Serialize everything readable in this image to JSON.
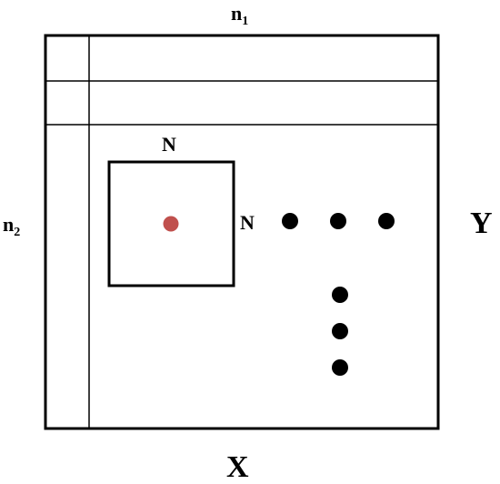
{
  "labels": {
    "top": "n",
    "top_sub": "1",
    "left": "n",
    "left_sub": "2",
    "window_top": "N",
    "window_right": "N",
    "right": "Y",
    "bottom": "X"
  },
  "colors": {
    "line": "#000000",
    "center_dot": "#c0504d",
    "dots": "#000000"
  }
}
